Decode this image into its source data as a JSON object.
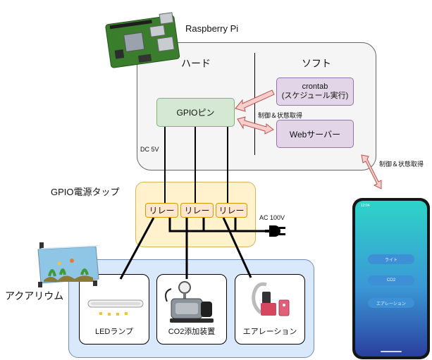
{
  "pi": {
    "title": "Raspberry Pi"
  },
  "hard": {
    "label": "ハード"
  },
  "soft": {
    "label": "ソフト"
  },
  "gpio_pin": {
    "label": "GPIOピン"
  },
  "crontab": {
    "line1": "crontab",
    "line2": "(スケジュール実行)"
  },
  "web_server": {
    "label": "Webサーバー"
  },
  "control_label_inner": "制御＆状態取得",
  "control_label_outer": "制御＆状態取得",
  "dc": {
    "label": "DC 5V"
  },
  "tap": {
    "title": "GPIO電源タップ",
    "relays": [
      "リレー",
      "リレー",
      "リレー"
    ],
    "ac_label": "AC 100V"
  },
  "aquarium": {
    "label": "アクアリウム"
  },
  "devices": [
    {
      "label": "LEDランプ",
      "icon": "led-lamp-icon"
    },
    {
      "label": "CO2添加装置",
      "icon": "co2-device-icon"
    },
    {
      "label": "エアレーション",
      "icon": "air-pump-icon"
    }
  ],
  "phone": {
    "time": "12:04",
    "buttons": [
      "ライト",
      "CO2",
      "エアレーション"
    ]
  },
  "colors": {
    "pi_area": "#f5f5f5",
    "gpio_fill": "#d5e8d4",
    "gpio_stroke": "#82b366",
    "soft_fill": "#e1d5e7",
    "soft_stroke": "#9673a6",
    "tap_fill": "#fff2cc",
    "tap_stroke": "#d6b656",
    "relay_fill": "#ffe6cc",
    "relay_stroke": "#d79b00",
    "aqua_fill": "#dae8fc",
    "aqua_stroke": "#6c8ebf",
    "arrow_fill": "#f8cecc",
    "arrow_stroke": "#b85450"
  }
}
